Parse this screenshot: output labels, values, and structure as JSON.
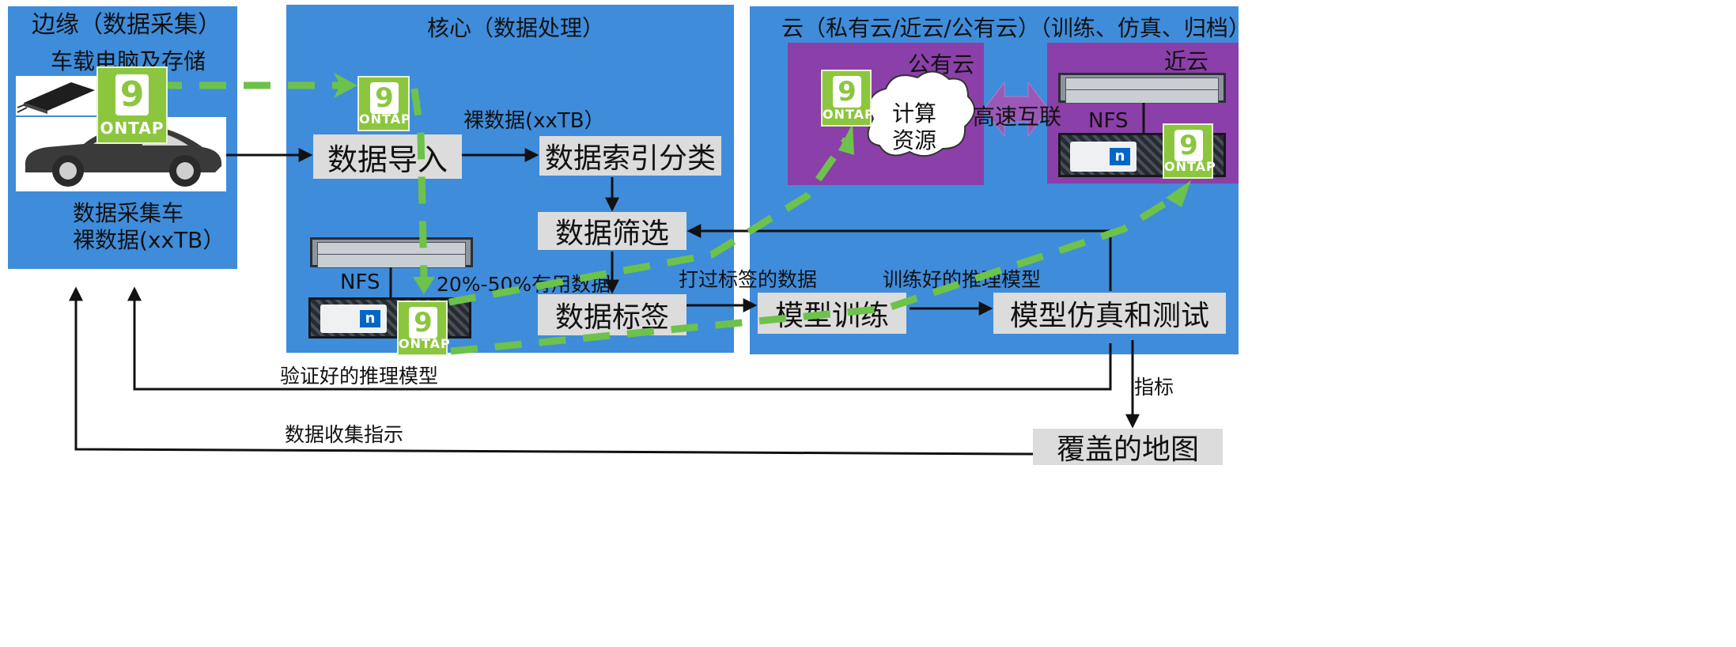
{
  "edge": {
    "title": "边缘（数据采集）",
    "subtitle": "车载电脑及存储",
    "vehicle_label_1": "数据采集车",
    "vehicle_label_2": "裸数据(xxTB）"
  },
  "core": {
    "title": "核心（数据处理）",
    "raw_data": "裸数据(xxTB）",
    "import": "数据导入",
    "index": "数据索引分类",
    "filter": "数据筛选",
    "useful": "20%-50%有用数据",
    "label": "数据标签",
    "nfs": "NFS"
  },
  "cloud": {
    "title": "云（私有云/近云/公有云）（训练、仿真、归档）",
    "public_cloud": "公有云",
    "near_cloud": "近云",
    "compute_1": "计算",
    "compute_2": "资源",
    "interconnect": "高速互联",
    "nfs": "NFS",
    "labeled_data": "打过标签的数据",
    "trained_model": "训练好的推理模型",
    "train": "模型训练",
    "simulate": "模型仿真和测试"
  },
  "bottom": {
    "verified_model": "验证好的推理模型",
    "metrics": "指标",
    "collect_instr": "数据收集指示",
    "map": "覆盖的地图"
  },
  "ontap": {
    "digit": "9",
    "text": "ONTAP"
  },
  "colors": {
    "panel": "#3f8cdb",
    "purple": "#8b3fa8",
    "ontap_green": "#8cc63f",
    "dash_green": "#6cc24a",
    "box": "#dcdcdc"
  }
}
